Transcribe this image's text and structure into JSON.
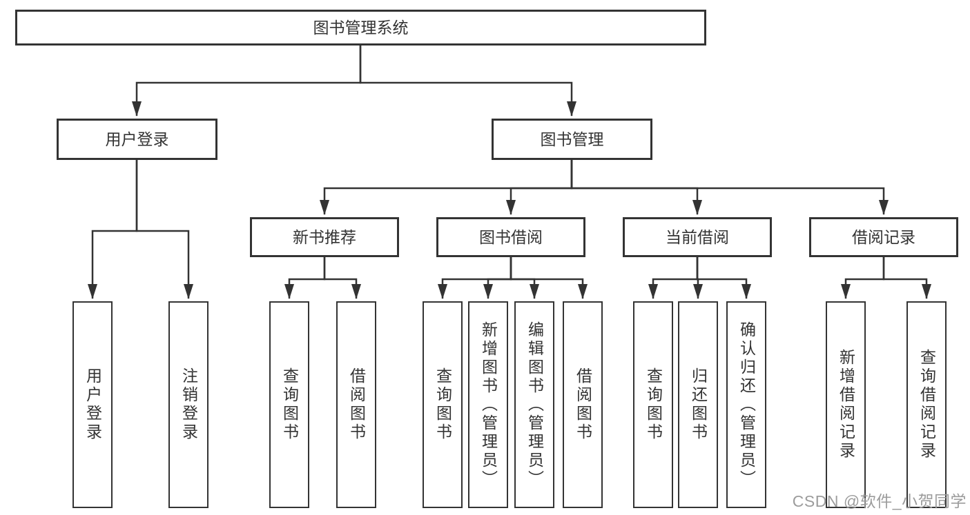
{
  "diagram": {
    "tree": {
      "label": "图书管理系统",
      "children": [
        {
          "label": "用户登录",
          "children": [
            {
              "label": "用户登录"
            },
            {
              "label": "注销登录"
            }
          ]
        },
        {
          "label": "图书管理",
          "children": [
            {
              "label": "新书推荐",
              "children": [
                {
                  "label": "查询图书"
                },
                {
                  "label": "借阅图书"
                }
              ]
            },
            {
              "label": "图书借阅",
              "children": [
                {
                  "label": "查询图书"
                },
                {
                  "label": "新增图书（管理员）"
                },
                {
                  "label": "编辑图书（管理员）"
                },
                {
                  "label": "借阅图书"
                }
              ]
            },
            {
              "label": "当前借阅",
              "children": [
                {
                  "label": "查询图书"
                },
                {
                  "label": "归还图书"
                },
                {
                  "label": "确认归还（管理员）"
                }
              ]
            },
            {
              "label": "借阅记录",
              "children": [
                {
                  "label": "新增借阅记录"
                },
                {
                  "label": "查询借阅记录"
                }
              ]
            }
          ]
        }
      ]
    },
    "watermark": "CSDN @软件_小贺同学",
    "colors": {
      "line": "#333333",
      "text": "#333333",
      "background": "#ffffff",
      "watermark": "#9c9c9c"
    }
  }
}
